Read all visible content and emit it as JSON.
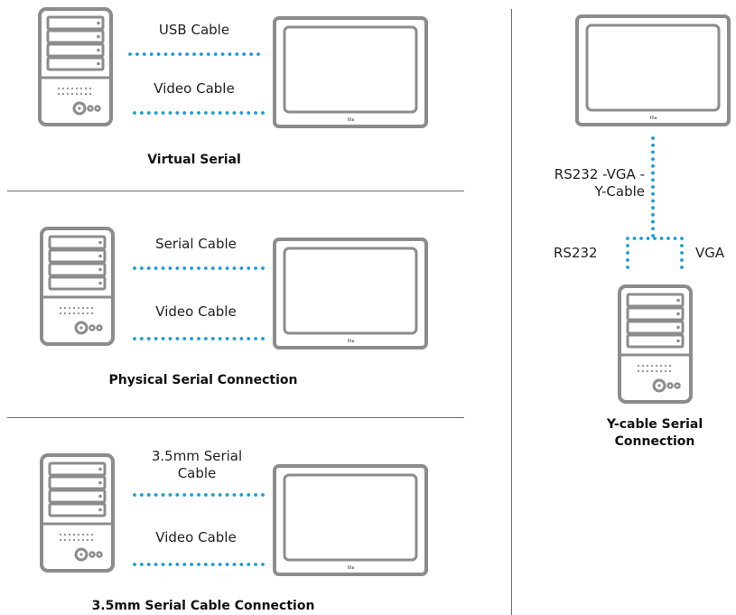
{
  "colors": {
    "cable": "#1a9bd7",
    "device": "#8c8c8c",
    "divider": "#6f6f6f",
    "text": "#222222"
  },
  "icons": {
    "computer": "computer-tower-icon",
    "monitor": "touch-monitor-icon"
  },
  "sections": [
    {
      "cable_top": "USB Cable",
      "cable_bottom": "Video Cable",
      "caption": "Virtual Serial"
    },
    {
      "cable_top": "Serial Cable",
      "cable_bottom": "Video Cable",
      "caption": "Physical Serial Connection"
    },
    {
      "cable_top": "3.5mm Serial Cable",
      "cable_bottom": "Video Cable",
      "caption": "3.5mm Serial Cable Connection"
    }
  ],
  "ycable": {
    "cable_label": "RS232 -VGA - Y-Cable",
    "left_label": "RS232",
    "right_label": "VGA",
    "caption": "Y-cable Serial Connection"
  }
}
